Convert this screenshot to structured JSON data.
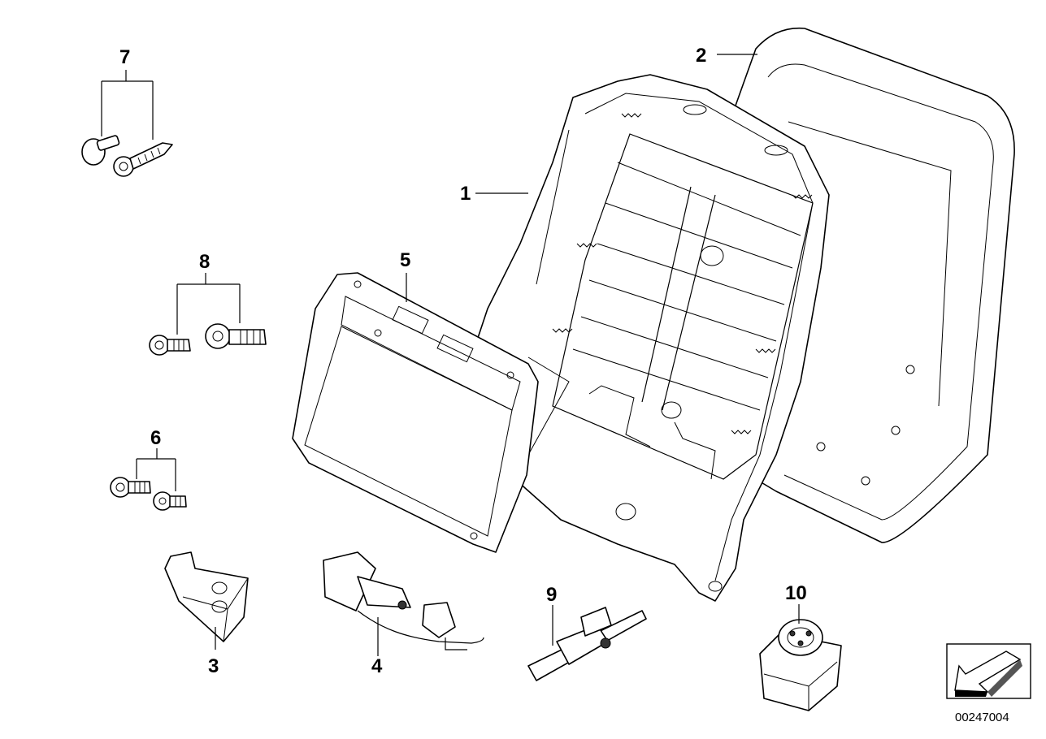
{
  "diagram": {
    "reference_number": "00247004",
    "callouts": [
      {
        "id": "1",
        "part": "seat-back-frame"
      },
      {
        "id": "2",
        "part": "backrest-panel"
      },
      {
        "id": "3",
        "part": "connector-block"
      },
      {
        "id": "4",
        "part": "actuator-motor"
      },
      {
        "id": "5",
        "part": "rear-panel-plate"
      },
      {
        "id": "6",
        "part": "screw-set-small"
      },
      {
        "id": "7",
        "part": "rivet-and-screw"
      },
      {
        "id": "8",
        "part": "bolt-set"
      },
      {
        "id": "9",
        "part": "clip-bracket"
      },
      {
        "id": "10",
        "part": "gear-drive-unit"
      }
    ]
  }
}
